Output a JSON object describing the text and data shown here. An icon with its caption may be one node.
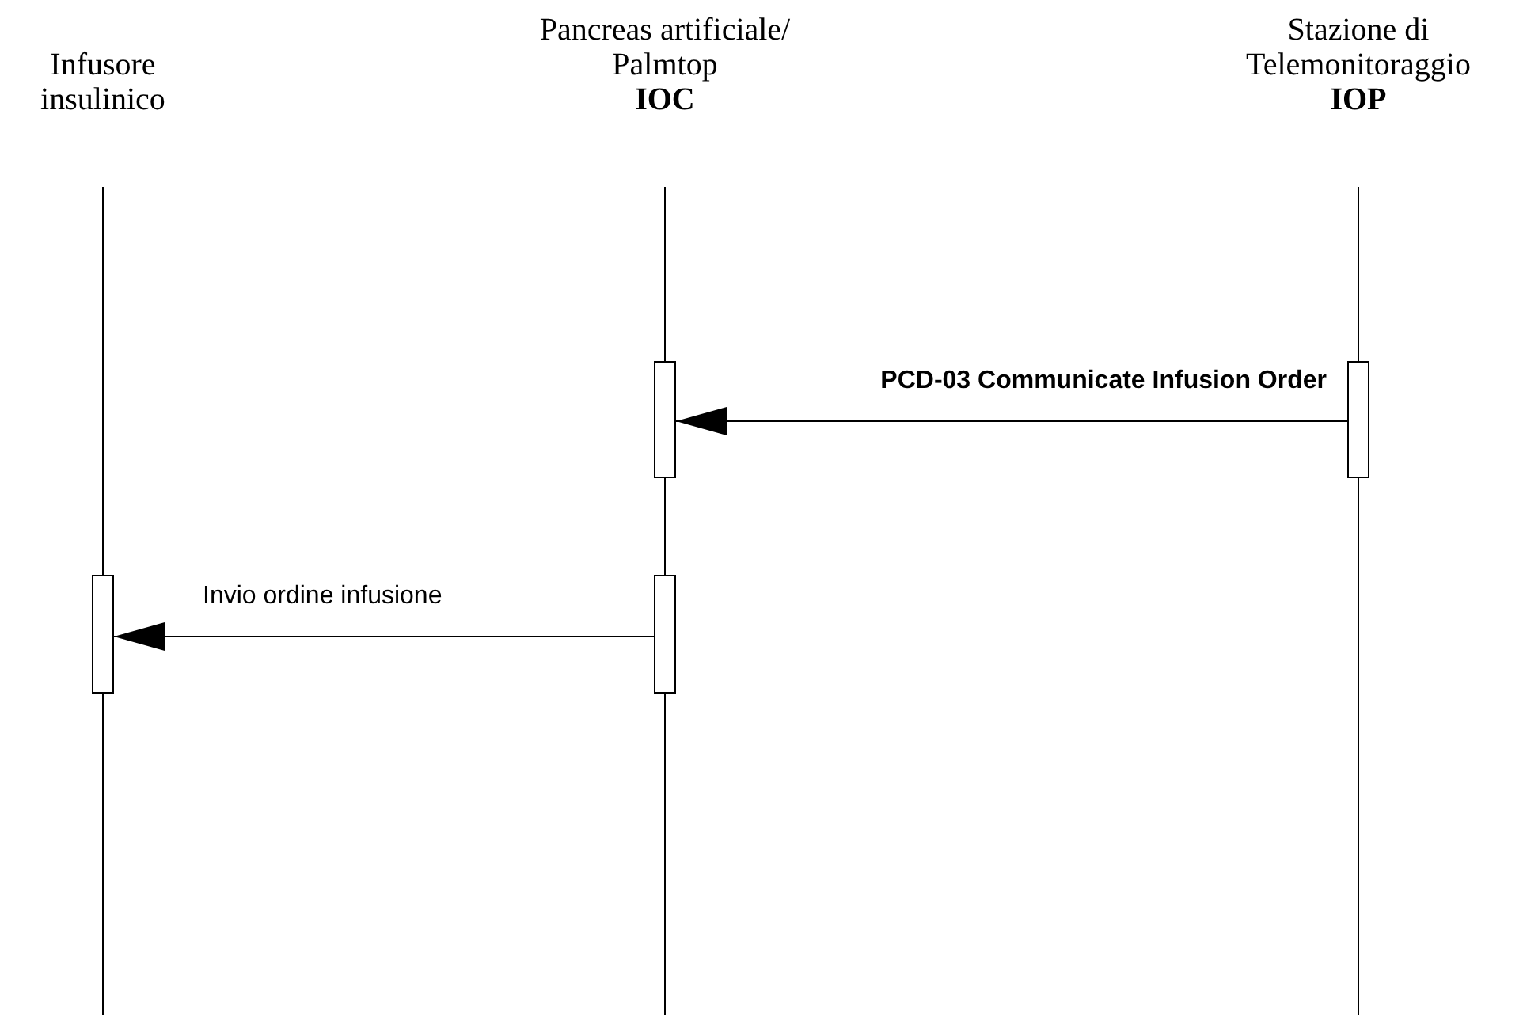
{
  "diagram": {
    "nodes": [
      {
        "text": [
          "Infusore insulinico"
        ]
      },
      {
        "text": [
          "Pancreas artificiale/ Palmtop",
          "IOC"
        ]
      },
      {
        "text": [
          "Stazione di Telemonitoraggio",
          "IOP"
        ]
      },
      {
        "text": [],
        "shape": "bar"
      },
      {
        "text": [],
        "shape": "bar"
      },
      {
        "text": [],
        "shape": "bar"
      },
      {
        "text": [],
        "shape": "bar"
      }
    ],
    "edges": [
      {
        "from": 4,
        "to": 3,
        "arrow": "to",
        "label": "PCD-03 Communicate Infusion Order"
      },
      {
        "from": 6,
        "to": 5,
        "arrow": "to",
        "label": "Invio ordine infusione"
      }
    ]
  }
}
